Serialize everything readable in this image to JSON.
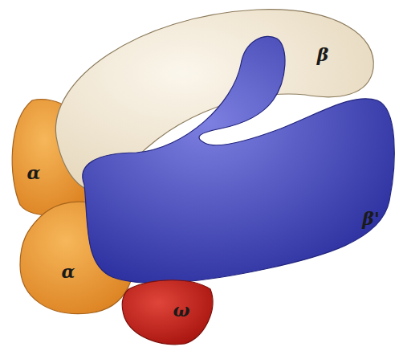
{
  "diagram": {
    "nodes": [
      {
        "text": [
          "β"
        ]
      },
      {
        "text": [
          "α"
        ]
      },
      {
        "text": [
          "β'"
        ]
      },
      {
        "text": [
          "α"
        ]
      },
      {
        "text": [
          "ω"
        ]
      }
    ]
  }
}
